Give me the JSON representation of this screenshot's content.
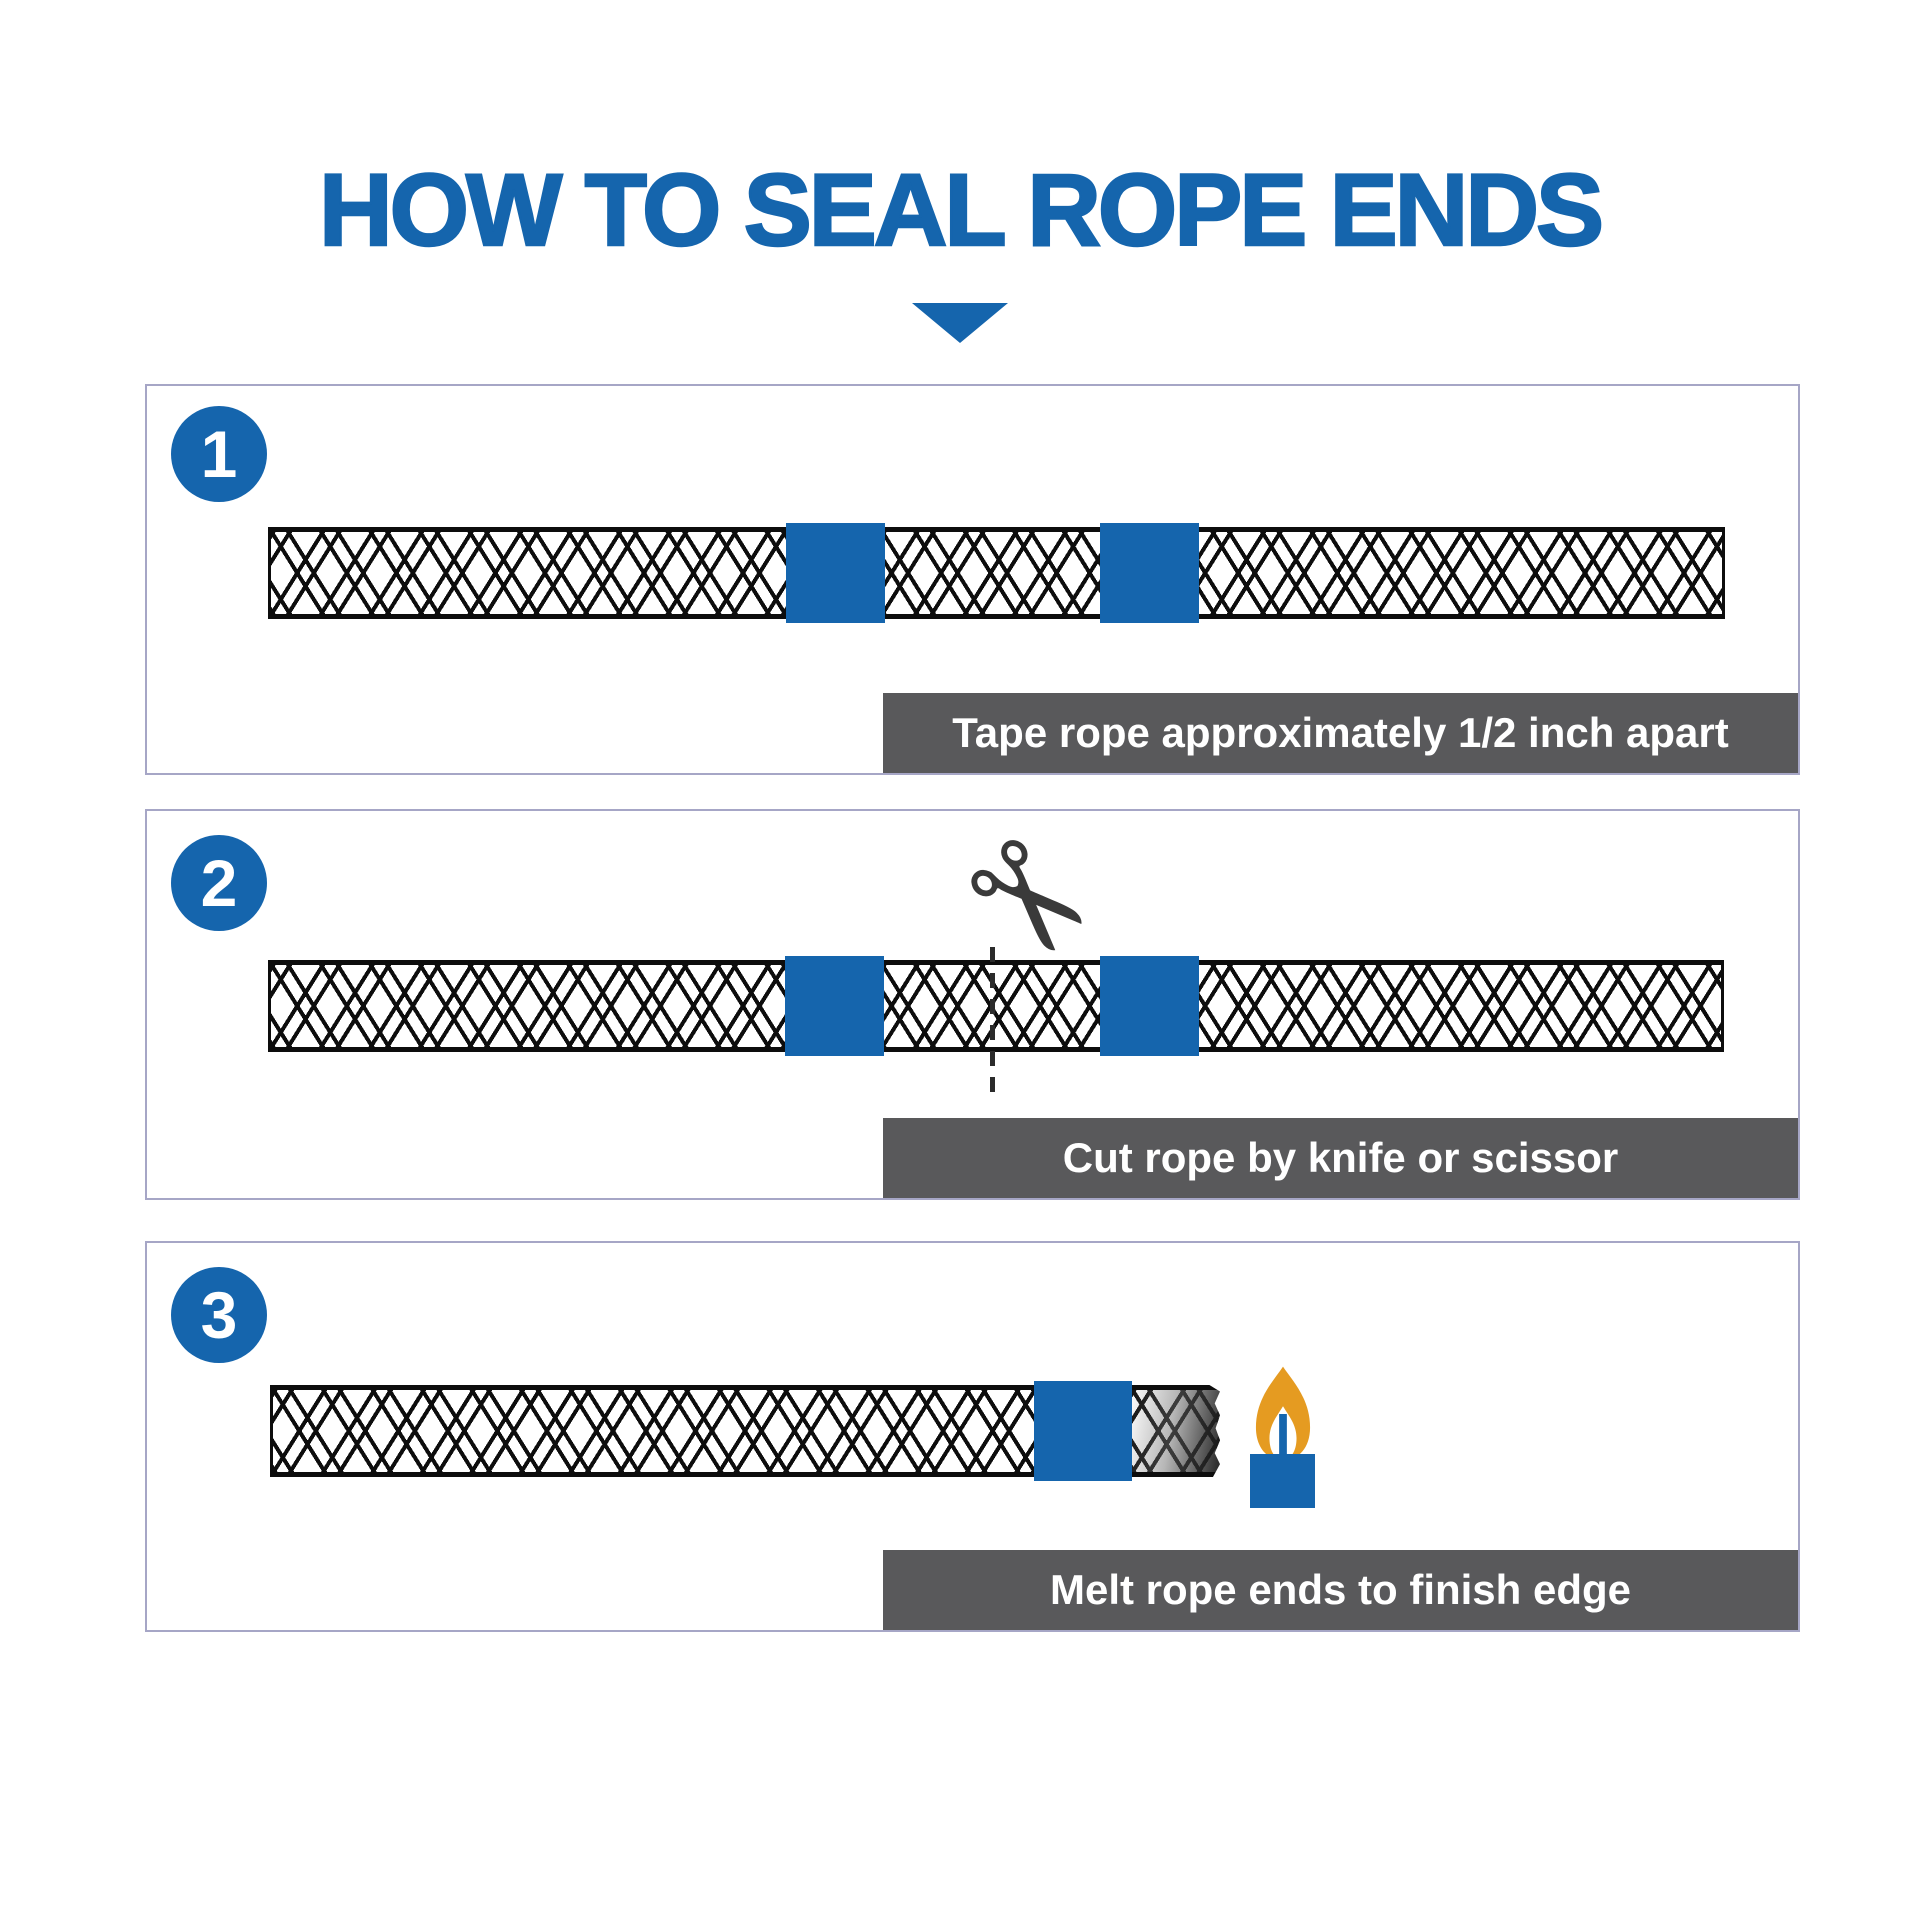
{
  "title": "HOW TO SEAL ROPE ENDS",
  "colors": {
    "accent_blue": "#1565AD",
    "caption_bar_gray": "#59595B",
    "flame_orange": "#E59B21",
    "panel_border": "#A6A6C6",
    "rope_line_black": "#0d0d0d"
  },
  "steps": [
    {
      "number": "1",
      "caption": "Tape rope approximately 1/2 inch apart"
    },
    {
      "number": "2",
      "caption": "Cut rope by knife or scissor"
    },
    {
      "number": "3",
      "caption": "Melt rope ends to finish edge"
    }
  ],
  "icons": {
    "scissors_glyph": "✂",
    "arrow": "down-triangle",
    "flame": "flame-with-wick",
    "lighter": "blue-lighter-body"
  }
}
